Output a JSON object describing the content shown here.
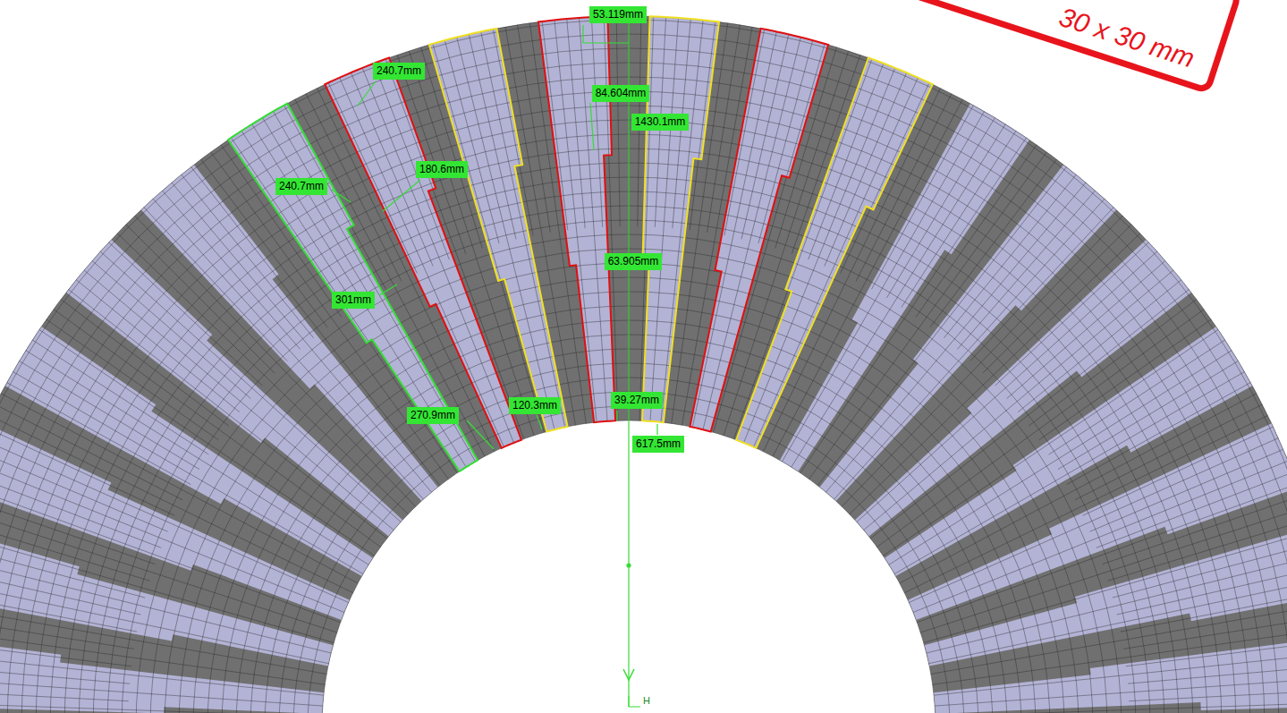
{
  "diagram": {
    "labels": [
      "30 x 30 mm",
      "53.119mm",
      "240.7mm",
      "84.604mm",
      "1430.1mm",
      "180.6mm",
      "240.7mm",
      "63.905mm",
      "301mm",
      "270.9mm",
      "120.3mm",
      "39.27mm",
      "617.5mm",
      "H"
    ]
  }
}
